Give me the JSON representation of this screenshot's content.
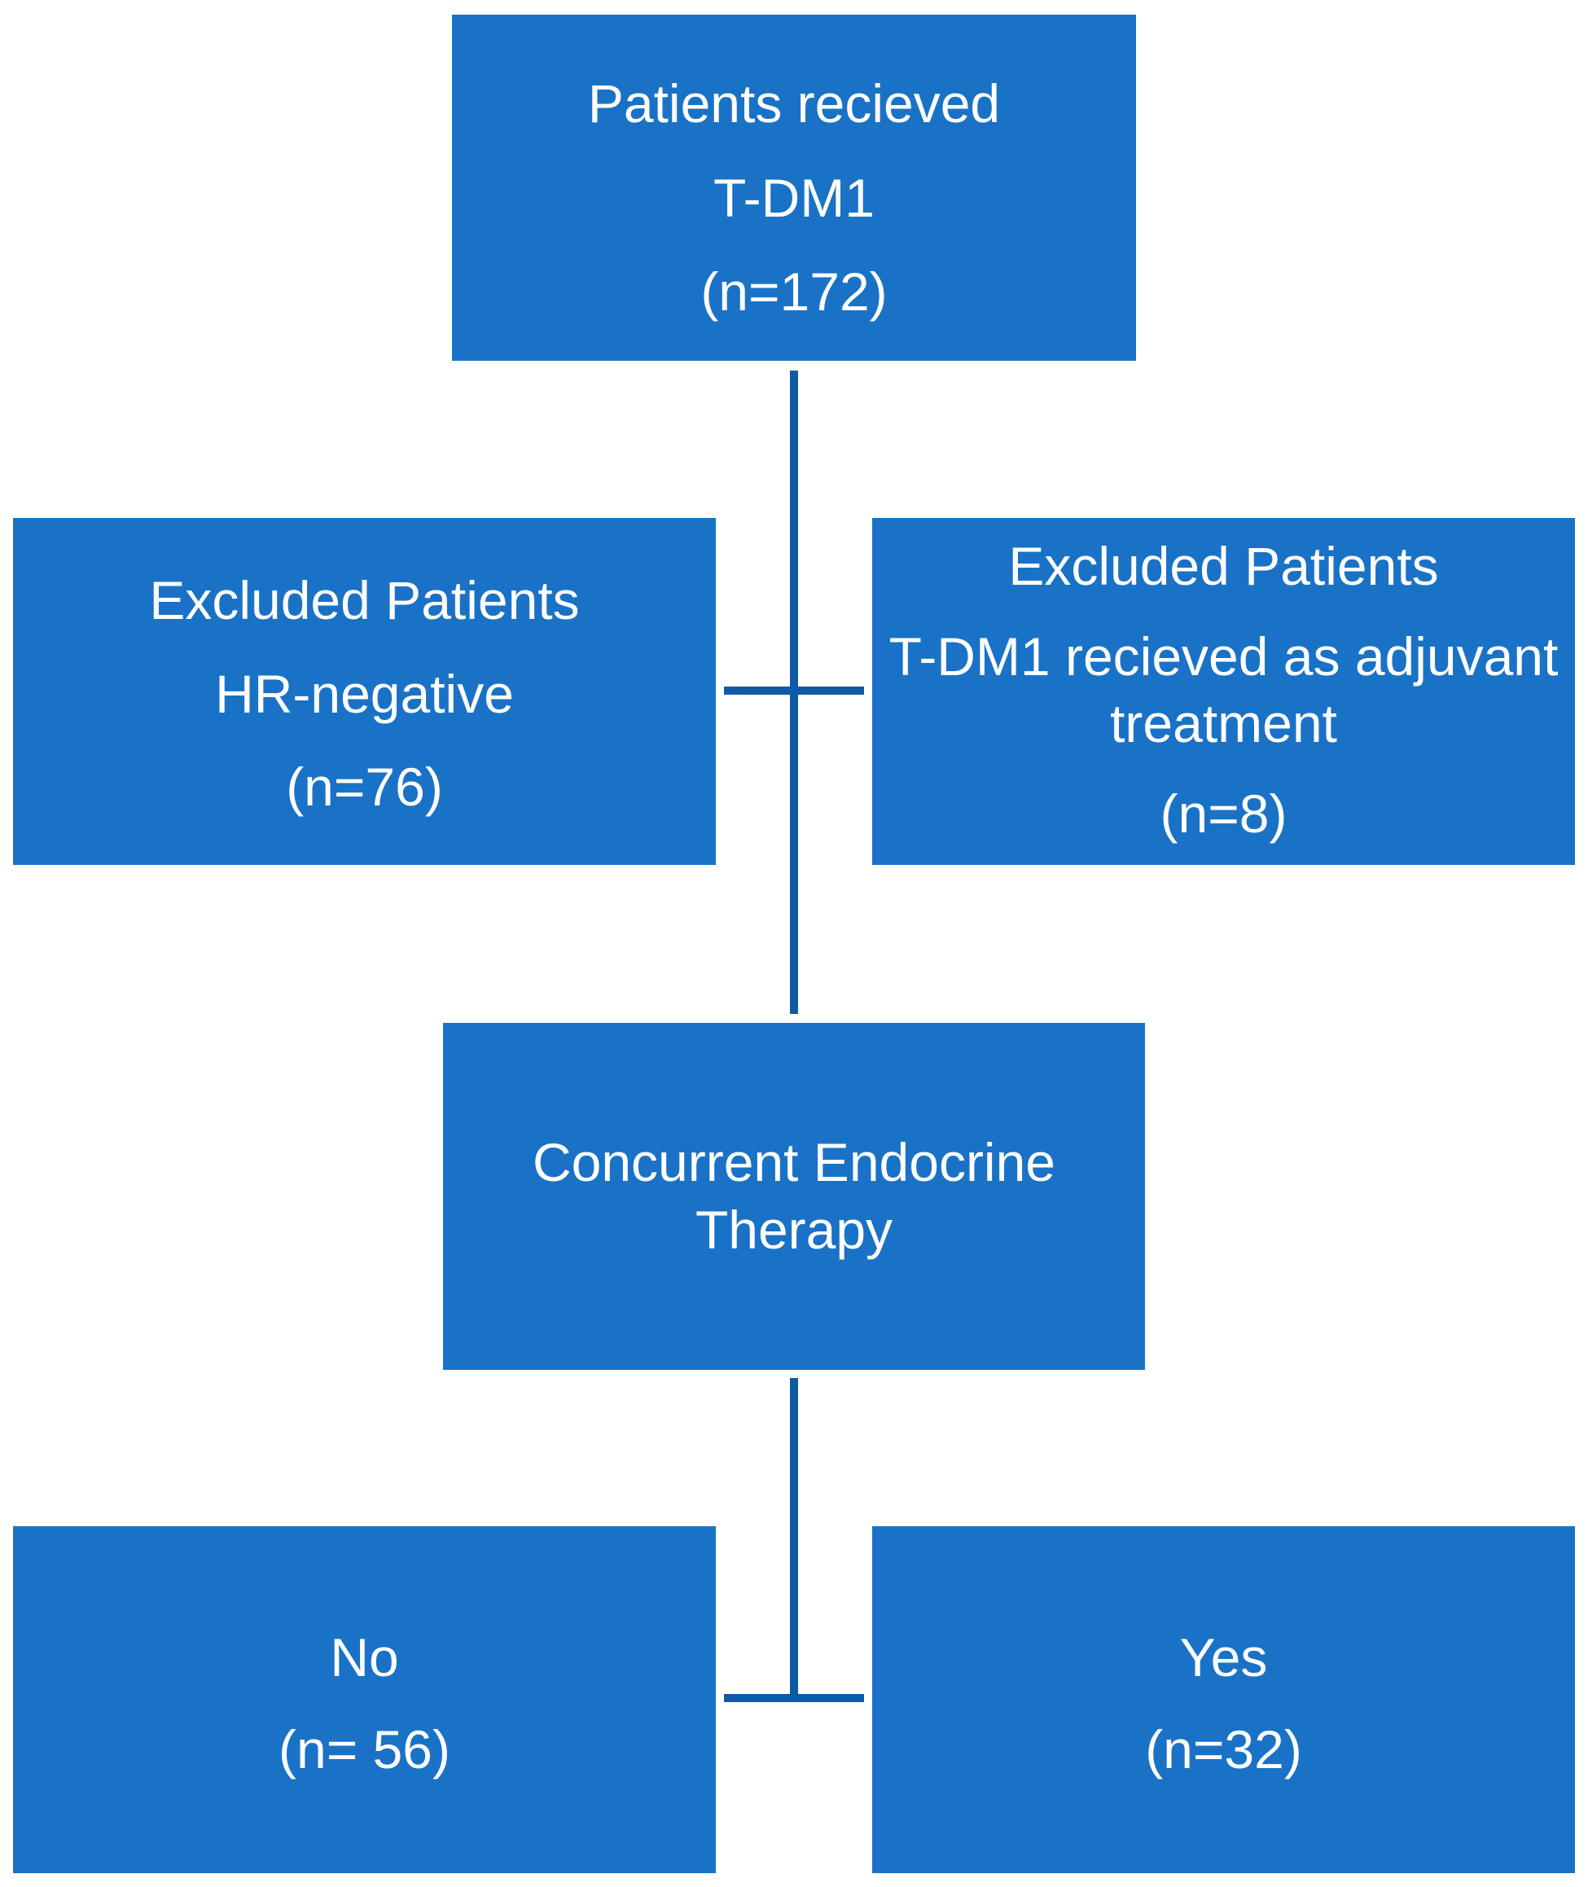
{
  "diagram": {
    "nodes": {
      "start": {
        "lines": [
          "Patients recieved",
          "T-DM1",
          "(n=172)"
        ]
      },
      "excluded_hr_negative": {
        "lines": [
          "Excluded Patients",
          "HR-negative",
          "(n=76)"
        ]
      },
      "excluded_adjuvant": {
        "lines": [
          "Excluded Patients",
          "T-DM1 recieved as adjuvant",
          "treatment",
          "(n=8)"
        ]
      },
      "concurrent_endocrine": {
        "lines": [
          "Concurrent Endocrine",
          "Therapy"
        ]
      },
      "no": {
        "lines": [
          "No",
          "(n= 56)"
        ]
      },
      "yes": {
        "lines": [
          "Yes",
          "(n=32)"
        ]
      }
    },
    "edges": [
      {
        "from": "start",
        "to": "concurrent_endocrine"
      },
      {
        "from": "start",
        "to": "excluded_hr_negative"
      },
      {
        "from": "start",
        "to": "excluded_adjuvant"
      },
      {
        "from": "concurrent_endocrine",
        "to": "no"
      },
      {
        "from": "concurrent_endocrine",
        "to": "yes"
      }
    ],
    "colors": {
      "box_fill": "#1a72c6",
      "box_text": "#ffffff",
      "connector": "#0f5aa6"
    }
  }
}
